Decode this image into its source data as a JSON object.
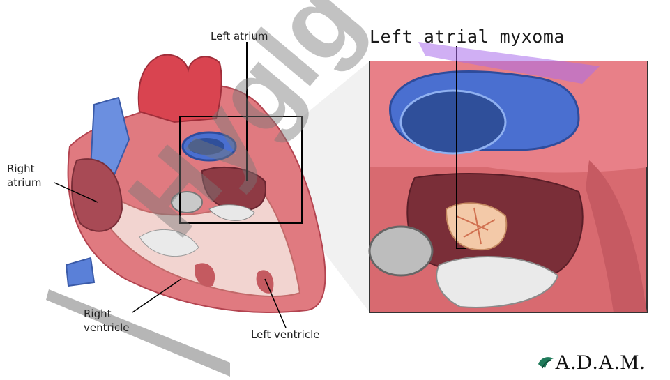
{
  "labels": {
    "left_atrium": "Left atrium",
    "right_atrium_line1": "Right",
    "right_atrium_line2": "atrium",
    "right_ventricle_line1": "Right",
    "right_ventricle_line2": "ventricle",
    "left_ventricle": "Left ventricle"
  },
  "title": "Left atrial myxoma",
  "logo": {
    "text": "ADAM",
    "icon": "leaf-logo-icon"
  },
  "colors": {
    "heart_red": "#d9505a",
    "vessel_blue": "#4a6fd0",
    "tumor": "#f3c9a8",
    "watermark": "#888888"
  }
}
